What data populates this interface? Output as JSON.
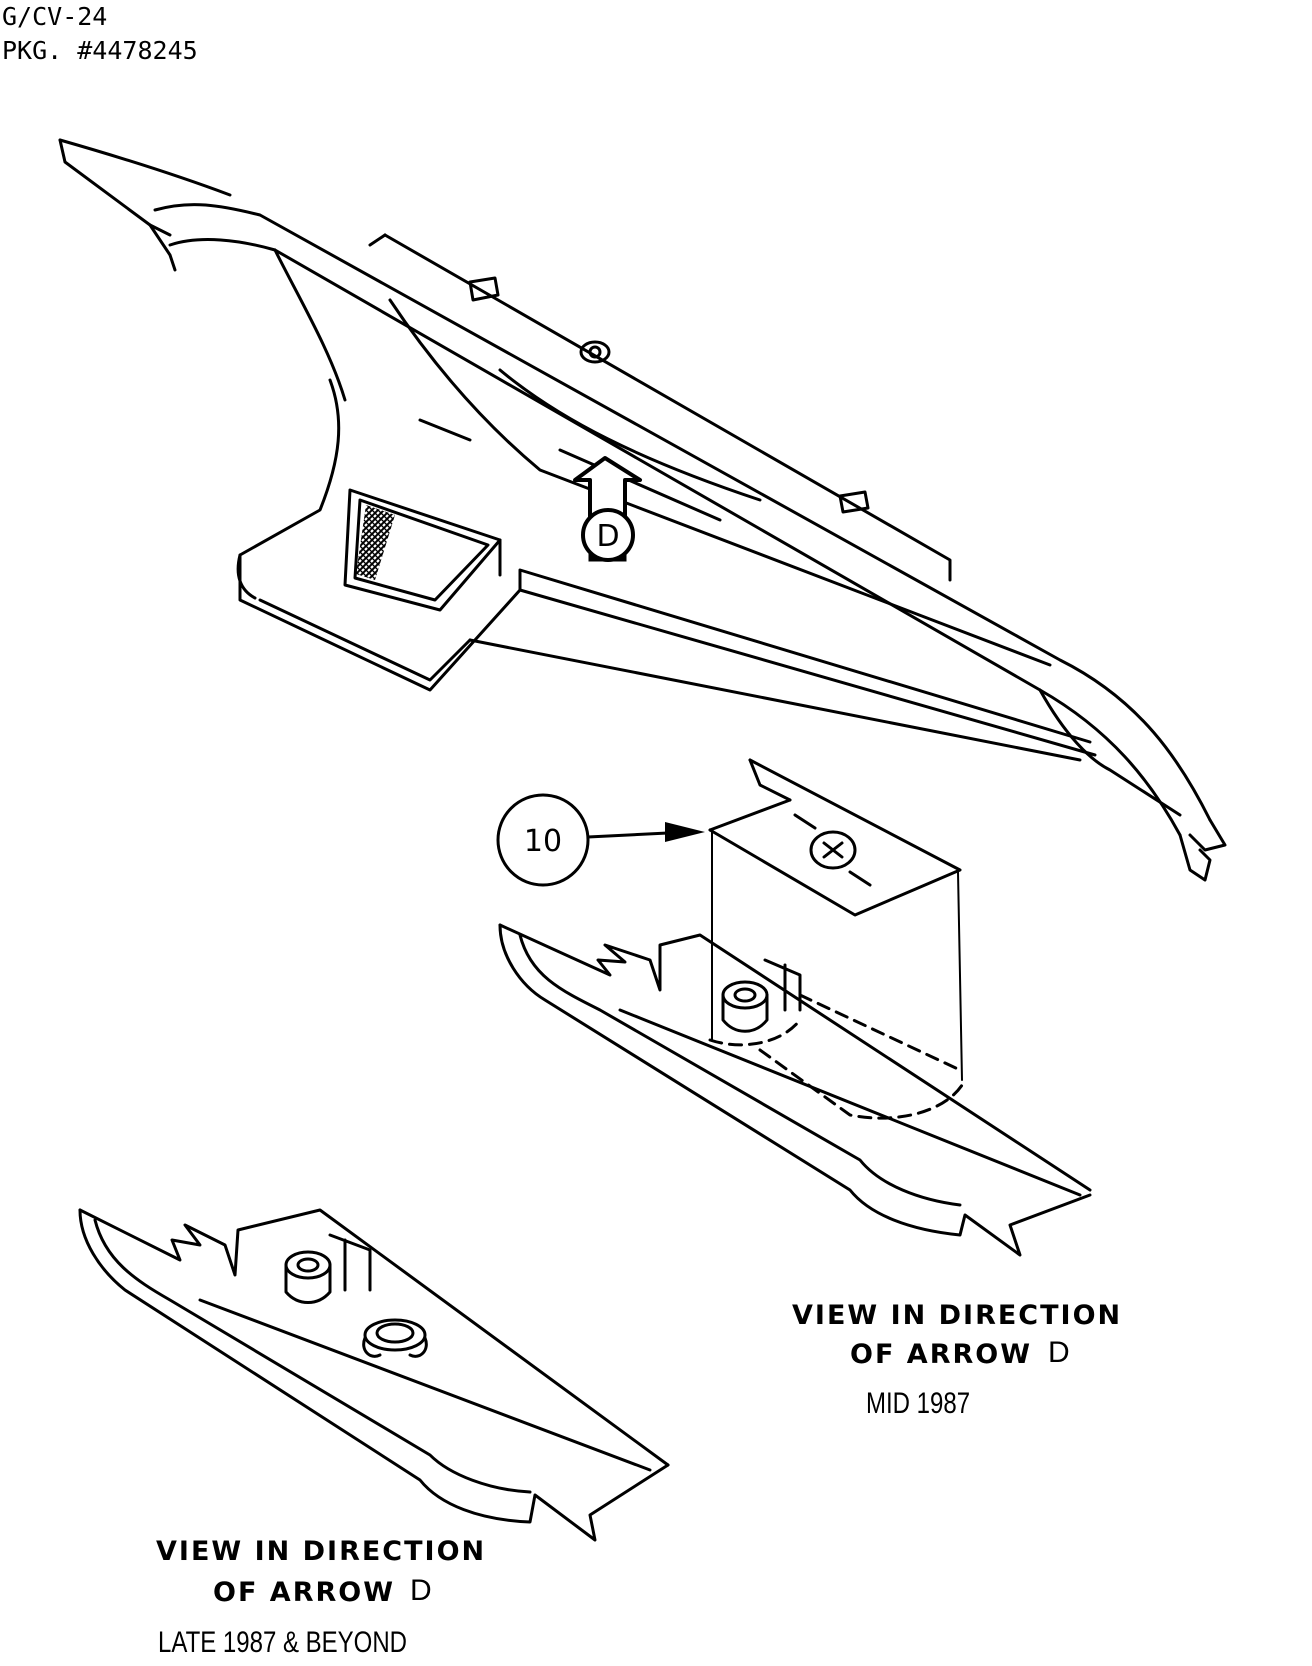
{
  "header": {
    "line1": "G/CV-24",
    "line2": "PKG. #4478245"
  },
  "callouts": {
    "arrow_letter": "D",
    "item_number": "10"
  },
  "views": [
    {
      "caption_line1": "VIEW IN DIRECTION",
      "caption_line2": "OF ARROW",
      "arrow_letter": "D",
      "date_label": "MID 1987"
    },
    {
      "caption_line1": "VIEW IN DIRECTION",
      "caption_line2": "OF ARROW",
      "arrow_letter": "D",
      "date_label": "LATE 1987 & BEYOND"
    }
  ]
}
